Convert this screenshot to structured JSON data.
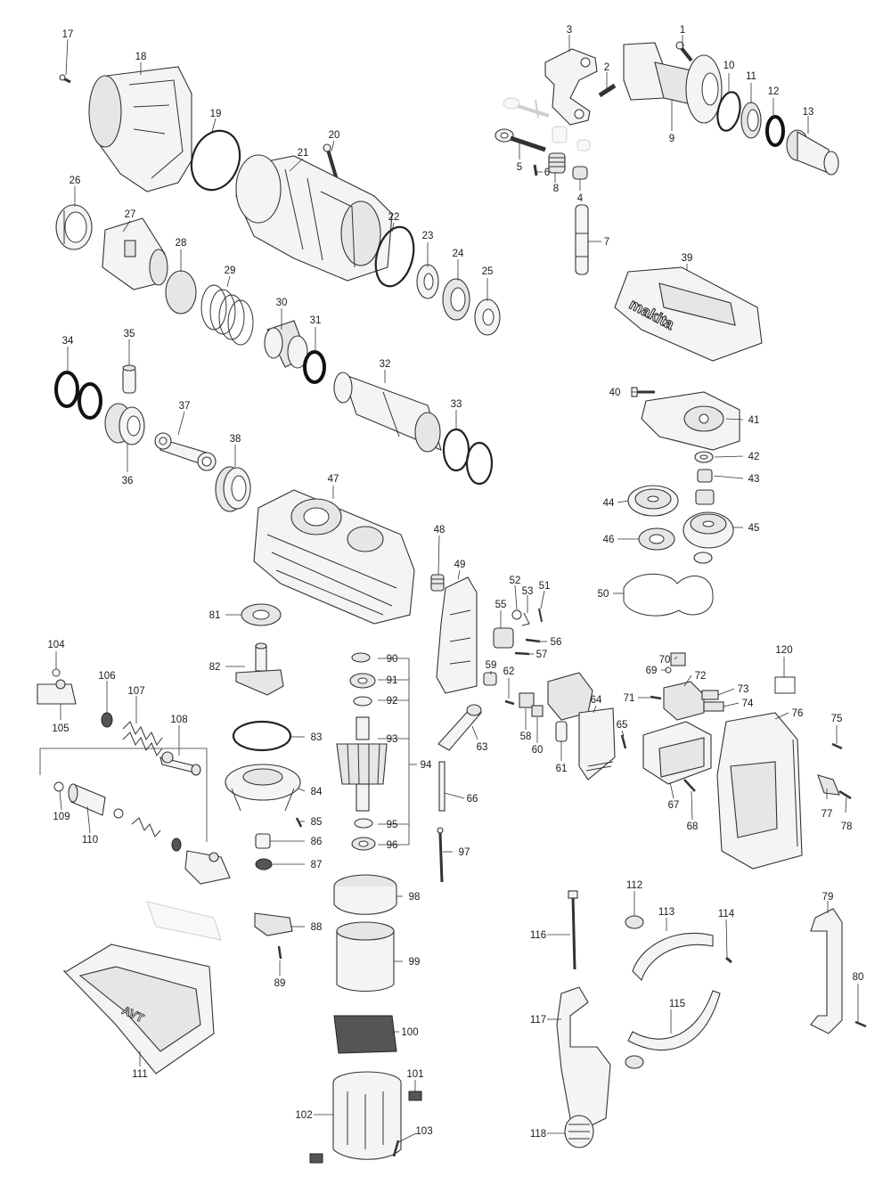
{
  "diagram": {
    "brand_mark": "makita",
    "avt_mark": "AVT",
    "parts": [
      {
        "id": "p1",
        "label": "1"
      },
      {
        "id": "p2",
        "label": "2"
      },
      {
        "id": "p3",
        "label": "3"
      },
      {
        "id": "p4",
        "label": "4"
      },
      {
        "id": "p5",
        "label": "5"
      },
      {
        "id": "p6",
        "label": "6"
      },
      {
        "id": "p7",
        "label": "7"
      },
      {
        "id": "p8",
        "label": "8"
      },
      {
        "id": "p9",
        "label": "9"
      },
      {
        "id": "p10",
        "label": "10"
      },
      {
        "id": "p11",
        "label": "11"
      },
      {
        "id": "p12",
        "label": "12"
      },
      {
        "id": "p13",
        "label": "13"
      },
      {
        "id": "p17",
        "label": "17"
      },
      {
        "id": "p18",
        "label": "18"
      },
      {
        "id": "p19",
        "label": "19"
      },
      {
        "id": "p20",
        "label": "20"
      },
      {
        "id": "p21",
        "label": "21"
      },
      {
        "id": "p22",
        "label": "22"
      },
      {
        "id": "p23",
        "label": "23"
      },
      {
        "id": "p24",
        "label": "24"
      },
      {
        "id": "p25",
        "label": "25"
      },
      {
        "id": "p26",
        "label": "26"
      },
      {
        "id": "p27",
        "label": "27"
      },
      {
        "id": "p28",
        "label": "28"
      },
      {
        "id": "p29",
        "label": "29"
      },
      {
        "id": "p30",
        "label": "30"
      },
      {
        "id": "p31",
        "label": "31"
      },
      {
        "id": "p32",
        "label": "32"
      },
      {
        "id": "p33",
        "label": "33"
      },
      {
        "id": "p34",
        "label": "34"
      },
      {
        "id": "p35",
        "label": "35"
      },
      {
        "id": "p36",
        "label": "36"
      },
      {
        "id": "p37",
        "label": "37"
      },
      {
        "id": "p38",
        "label": "38"
      },
      {
        "id": "p39",
        "label": "39"
      },
      {
        "id": "p40",
        "label": "40"
      },
      {
        "id": "p41",
        "label": "41"
      },
      {
        "id": "p42",
        "label": "42"
      },
      {
        "id": "p43",
        "label": "43"
      },
      {
        "id": "p44",
        "label": "44"
      },
      {
        "id": "p45",
        "label": "45"
      },
      {
        "id": "p46",
        "label": "46"
      },
      {
        "id": "p47",
        "label": "47"
      },
      {
        "id": "p48",
        "label": "48"
      },
      {
        "id": "p49",
        "label": "49"
      },
      {
        "id": "p50",
        "label": "50"
      },
      {
        "id": "p51",
        "label": "51"
      },
      {
        "id": "p52",
        "label": "52"
      },
      {
        "id": "p53",
        "label": "53"
      },
      {
        "id": "p55",
        "label": "55"
      },
      {
        "id": "p56",
        "label": "56"
      },
      {
        "id": "p57",
        "label": "57"
      },
      {
        "id": "p58",
        "label": "58"
      },
      {
        "id": "p59",
        "label": "59"
      },
      {
        "id": "p60",
        "label": "60"
      },
      {
        "id": "p61",
        "label": "61"
      },
      {
        "id": "p62",
        "label": "62"
      },
      {
        "id": "p63",
        "label": "63"
      },
      {
        "id": "p64",
        "label": "64"
      },
      {
        "id": "p65",
        "label": "65"
      },
      {
        "id": "p66",
        "label": "66"
      },
      {
        "id": "p67",
        "label": "67"
      },
      {
        "id": "p68",
        "label": "68"
      },
      {
        "id": "p69",
        "label": "69"
      },
      {
        "id": "p70",
        "label": "70"
      },
      {
        "id": "p71",
        "label": "71"
      },
      {
        "id": "p72",
        "label": "72"
      },
      {
        "id": "p73",
        "label": "73"
      },
      {
        "id": "p74",
        "label": "74"
      },
      {
        "id": "p75",
        "label": "75"
      },
      {
        "id": "p76",
        "label": "76"
      },
      {
        "id": "p77",
        "label": "77"
      },
      {
        "id": "p78",
        "label": "78"
      },
      {
        "id": "p79",
        "label": "79"
      },
      {
        "id": "p80",
        "label": "80"
      },
      {
        "id": "p81",
        "label": "81"
      },
      {
        "id": "p82",
        "label": "82"
      },
      {
        "id": "p83",
        "label": "83"
      },
      {
        "id": "p84",
        "label": "84"
      },
      {
        "id": "p85",
        "label": "85"
      },
      {
        "id": "p86",
        "label": "86"
      },
      {
        "id": "p87",
        "label": "87"
      },
      {
        "id": "p88",
        "label": "88"
      },
      {
        "id": "p89",
        "label": "89"
      },
      {
        "id": "p90",
        "label": "90"
      },
      {
        "id": "p91",
        "label": "91"
      },
      {
        "id": "p92",
        "label": "92"
      },
      {
        "id": "p93",
        "label": "93"
      },
      {
        "id": "p94",
        "label": "94"
      },
      {
        "id": "p95",
        "label": "95"
      },
      {
        "id": "p96",
        "label": "96"
      },
      {
        "id": "p97",
        "label": "97"
      },
      {
        "id": "p98",
        "label": "98"
      },
      {
        "id": "p99",
        "label": "99"
      },
      {
        "id": "p100",
        "label": "100"
      },
      {
        "id": "p101",
        "label": "101"
      },
      {
        "id": "p102",
        "label": "102"
      },
      {
        "id": "p103",
        "label": "103"
      },
      {
        "id": "p104",
        "label": "104"
      },
      {
        "id": "p105",
        "label": "105"
      },
      {
        "id": "p106",
        "label": "106"
      },
      {
        "id": "p107",
        "label": "107"
      },
      {
        "id": "p108",
        "label": "108"
      },
      {
        "id": "p109",
        "label": "109"
      },
      {
        "id": "p110",
        "label": "110"
      },
      {
        "id": "p111",
        "label": "111"
      },
      {
        "id": "p112",
        "label": "112"
      },
      {
        "id": "p113",
        "label": "113"
      },
      {
        "id": "p114",
        "label": "114"
      },
      {
        "id": "p115",
        "label": "115"
      },
      {
        "id": "p116",
        "label": "116"
      },
      {
        "id": "p117",
        "label": "117"
      },
      {
        "id": "p118",
        "label": "118"
      },
      {
        "id": "p120",
        "label": "120"
      }
    ]
  }
}
